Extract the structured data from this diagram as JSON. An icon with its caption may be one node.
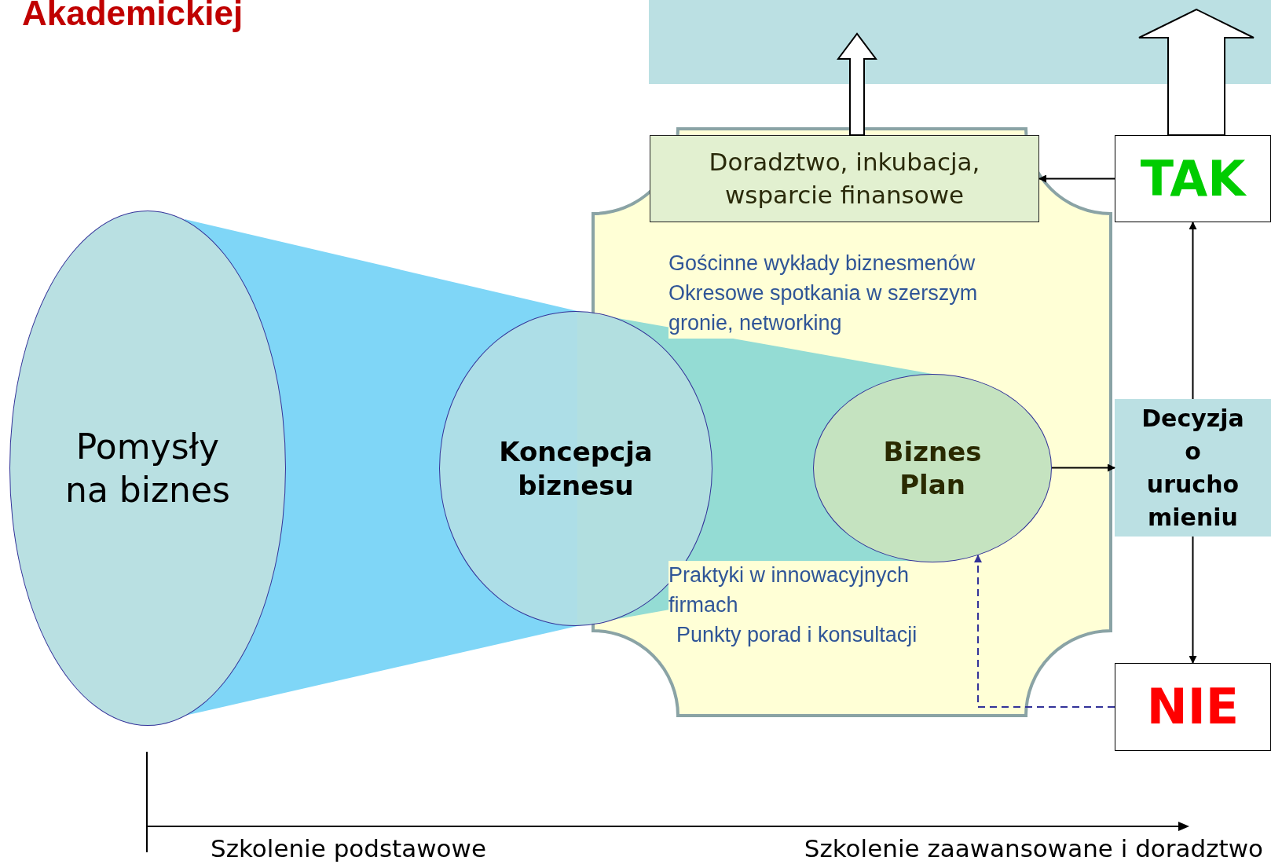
{
  "diagram": {
    "title": "Akademickiej",
    "nodes": [
      {
        "text": [],
        "shape": "box"
      },
      {
        "text": [
          "Pomysły na biznes"
        ]
      },
      {
        "text": [
          "Koncepcja biznesu"
        ]
      },
      {
        "text": [
          "Gościnne wykłady biznesmenów",
          "Okresowe spotkania w szerszym gronie, networking",
          "Praktyki w innowacyjnych firmach",
          "Punkty porad i konsultacji"
        ]
      },
      {
        "text": [
          "Doradztwo, inkubacja, wsparcie finansowe"
        ],
        "in": 3
      },
      {
        "text": [
          "Biznes Plan"
        ],
        "in": 3
      },
      {
        "text": [
          "TAK"
        ]
      },
      {
        "text": [
          "Decyzja o urucho mieniu"
        ]
      },
      {
        "text": [
          "NIE"
        ]
      }
    ],
    "edges": [
      {
        "from": 4,
        "to": 0,
        "arrow": "to",
        "style": "thick"
      },
      {
        "from": 6,
        "to": 0,
        "arrow": "to",
        "style": "thick"
      },
      {
        "from": 6,
        "to": 4,
        "arrow": "to"
      },
      {
        "from": 7,
        "to": 6,
        "arrow": "to"
      },
      {
        "from": 7,
        "to": 8,
        "arrow": "to"
      },
      {
        "from": 5,
        "to": 7,
        "arrow": "to"
      },
      {
        "from": 8,
        "to": 5,
        "arrow": "to",
        "style": "dashed",
        "color": "#333399"
      }
    ],
    "labels": [
      "Szkolenie podstawowe",
      "Szkolenie zaawansowane i doradztwo"
    ]
  }
}
